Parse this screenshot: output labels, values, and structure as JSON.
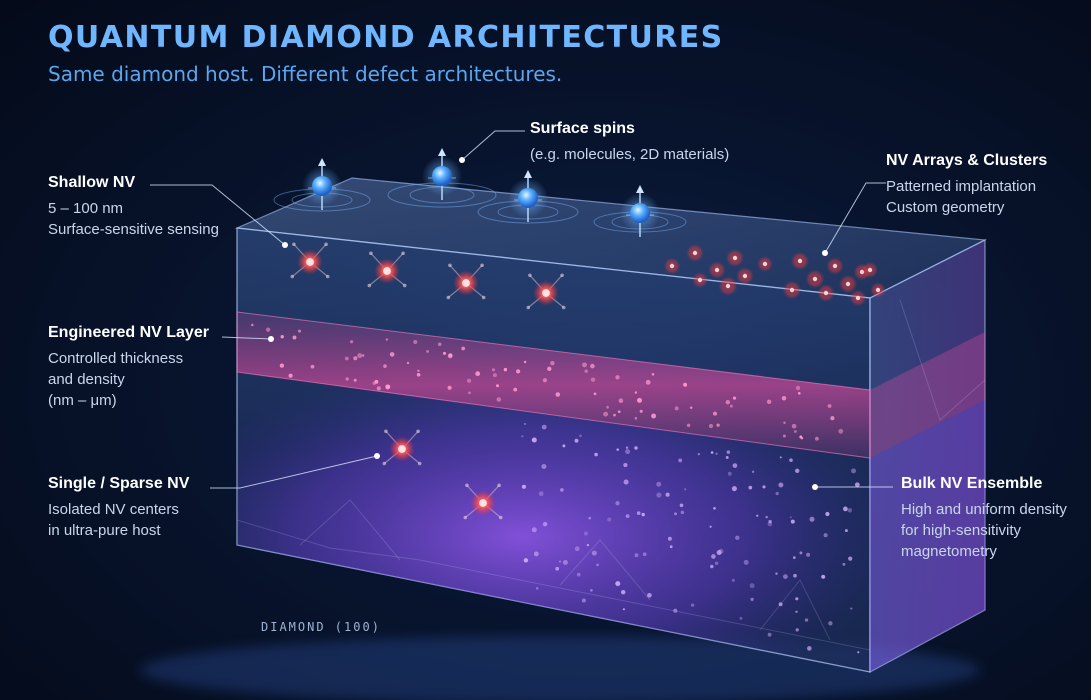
{
  "title": "QUANTUM DIAMOND ARCHITECTURES",
  "subtitle": "Same diamond host. Different defect architectures.",
  "labels": {
    "surface_spins": {
      "heading": "Surface spins",
      "desc": [
        "(e.g. molecules, 2D materials)"
      ]
    },
    "shallow_nv": {
      "heading": "Shallow NV",
      "desc": [
        "5 – 100 nm",
        "Surface-sensitive sensing"
      ]
    },
    "nv_arrays": {
      "heading": "NV Arrays & Clusters",
      "desc": [
        "Patterned implantation",
        "Custom geometry"
      ]
    },
    "engineered_layer": {
      "heading": "Engineered NV Layer",
      "desc": [
        "Controlled thickness",
        "and density",
        "(nm – μm)"
      ]
    },
    "single_sparse": {
      "heading": "Single / Sparse NV",
      "desc": [
        "Isolated NV centers",
        "in ultra-pure host"
      ]
    },
    "bulk_ensemble": {
      "heading": "Bulk NV Ensemble",
      "desc": [
        "High and uniform density",
        "for high-sensitivity",
        "magnetometry"
      ]
    }
  },
  "crystal_tag": "DIAMOND (100)",
  "colors": {
    "accent": "#6fb6ff",
    "nv_center": "#ff3b3b",
    "engineered_layer": "#ff4fa8",
    "bulk_glow": "#9a4dff",
    "surface_spin": "#4aa8ff"
  }
}
